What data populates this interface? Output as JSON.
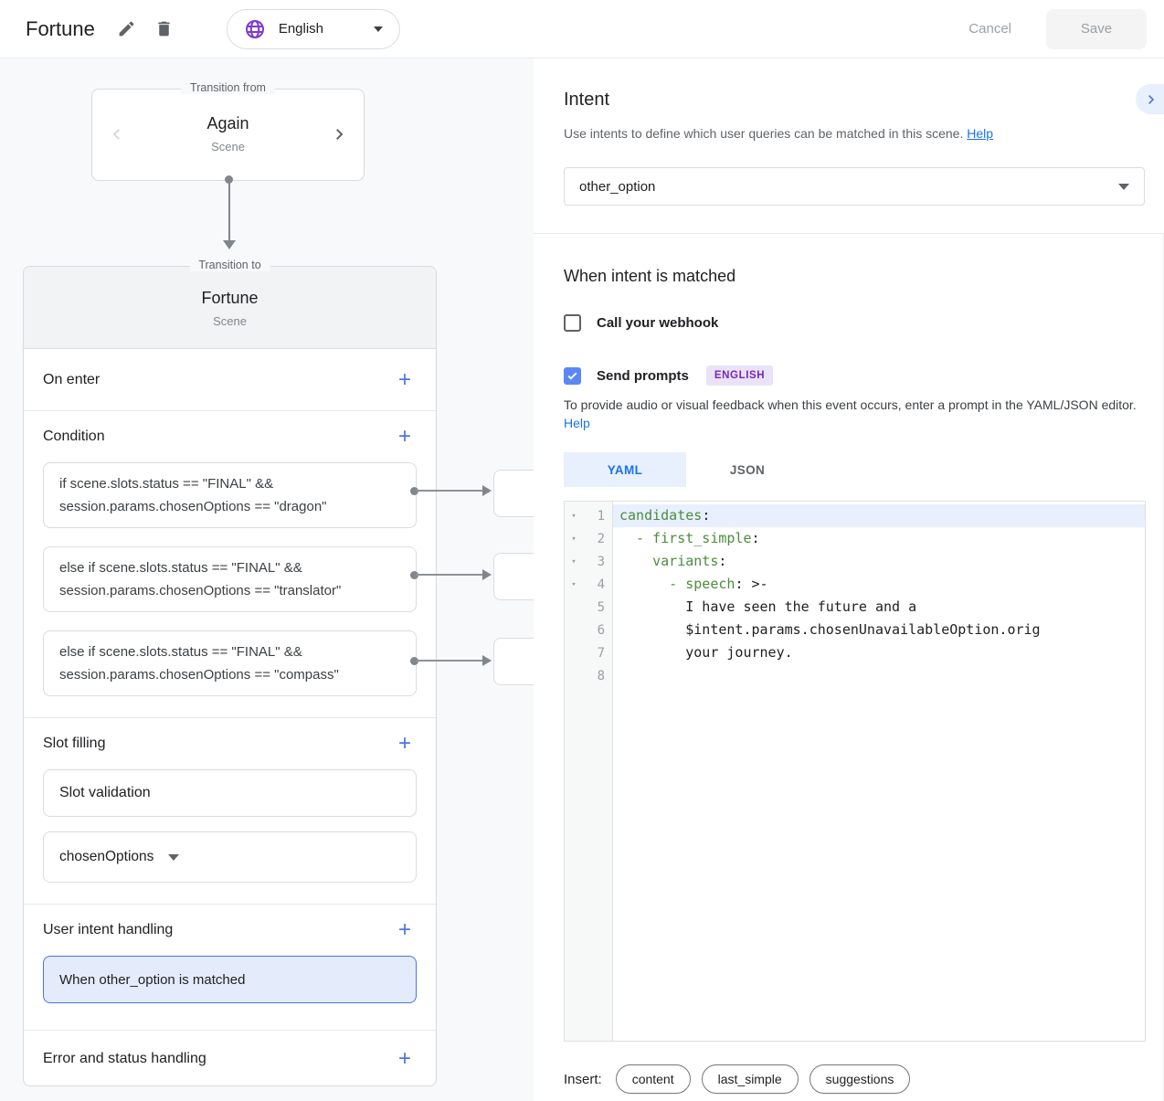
{
  "colors": {
    "accent_blue": "#4f74e3",
    "link_blue": "#1a73e8",
    "checkbox_blue": "#5b87f5",
    "selected_bg": "#e4ecfb",
    "tab_active_bg": "#e8f0fe",
    "badge_purple": "#7627bb",
    "badge_bg": "#eae3f8",
    "yaml_key_green": "#4c8c3c",
    "panel_bg": "#f8f9fa"
  },
  "icons": {
    "plus": "+",
    "fold": "▾"
  },
  "header": {
    "title": "Fortune",
    "language": "English",
    "cancel_label": "Cancel",
    "save_label": "Save"
  },
  "canvas": {
    "transition_from": {
      "label": "Transition from",
      "name": "Again",
      "type": "Scene"
    },
    "transition_to": {
      "label": "Transition to",
      "name": "Fortune",
      "type": "Scene"
    },
    "sections": {
      "on_enter": "On enter",
      "condition": "Condition",
      "slot_filling": "Slot filling",
      "user_intent": "User intent handling",
      "error": "Error and status handling"
    },
    "conditions": [
      {
        "line1": "if scene.slots.status == \"FINAL\" &&",
        "line2": "session.params.chosenOptions == \"dragon\""
      },
      {
        "line1": "else if scene.slots.status == \"FINAL\" &&",
        "line2": "session.params.chosenOptions == \"translator\""
      },
      {
        "line1": "else if scene.slots.status == \"FINAL\" &&",
        "line2": "session.params.chosenOptions == \"compass\""
      }
    ],
    "slot_validation_label": "Slot validation",
    "slot_param": "chosenOptions",
    "intent_handler_label": "When other_option is matched"
  },
  "intent_panel": {
    "title": "Intent",
    "description": "Use intents to define which user queries can be matched in this scene.",
    "help_label": "Help",
    "selected_intent": "other_option"
  },
  "matched_panel": {
    "title": "When intent is matched",
    "webhook_label": "Call your webhook",
    "prompts_label": "Send prompts",
    "language_badge": "ENGLISH",
    "description": "To provide audio or visual feedback when this event occurs, enter a prompt in the YAML/JSON editor.",
    "help_label": "Help"
  },
  "editor": {
    "tabs": [
      {
        "label": "YAML"
      },
      {
        "label": "JSON"
      }
    ],
    "active_tab": "YAML",
    "lines": [
      {
        "num": "1",
        "segments": [
          {
            "text": "candidates",
            "type": "key"
          },
          {
            "text": ":",
            "type": "plain"
          }
        ]
      },
      {
        "num": "2",
        "segments": [
          {
            "text": "  - first_simple",
            "type": "key"
          },
          {
            "text": ":",
            "type": "plain"
          }
        ]
      },
      {
        "num": "3",
        "segments": [
          {
            "text": "    variants",
            "type": "key"
          },
          {
            "text": ":",
            "type": "plain"
          }
        ]
      },
      {
        "num": "4",
        "segments": [
          {
            "text": "      - speech",
            "type": "key"
          },
          {
            "text": ": >-",
            "type": "plain"
          }
        ]
      },
      {
        "num": "5",
        "segments": [
          {
            "text": "        I have seen the future and a",
            "type": "plain"
          }
        ]
      },
      {
        "num": "6",
        "segments": [
          {
            "text": "        $intent.params.chosenUnavailableOption.orig",
            "type": "plain"
          }
        ]
      },
      {
        "num": "7",
        "segments": [
          {
            "text": "        your journey.",
            "type": "plain"
          }
        ]
      },
      {
        "num": "8",
        "segments": []
      }
    ]
  },
  "insert": {
    "label": "Insert:",
    "chips": [
      "content",
      "last_simple",
      "suggestions"
    ]
  }
}
